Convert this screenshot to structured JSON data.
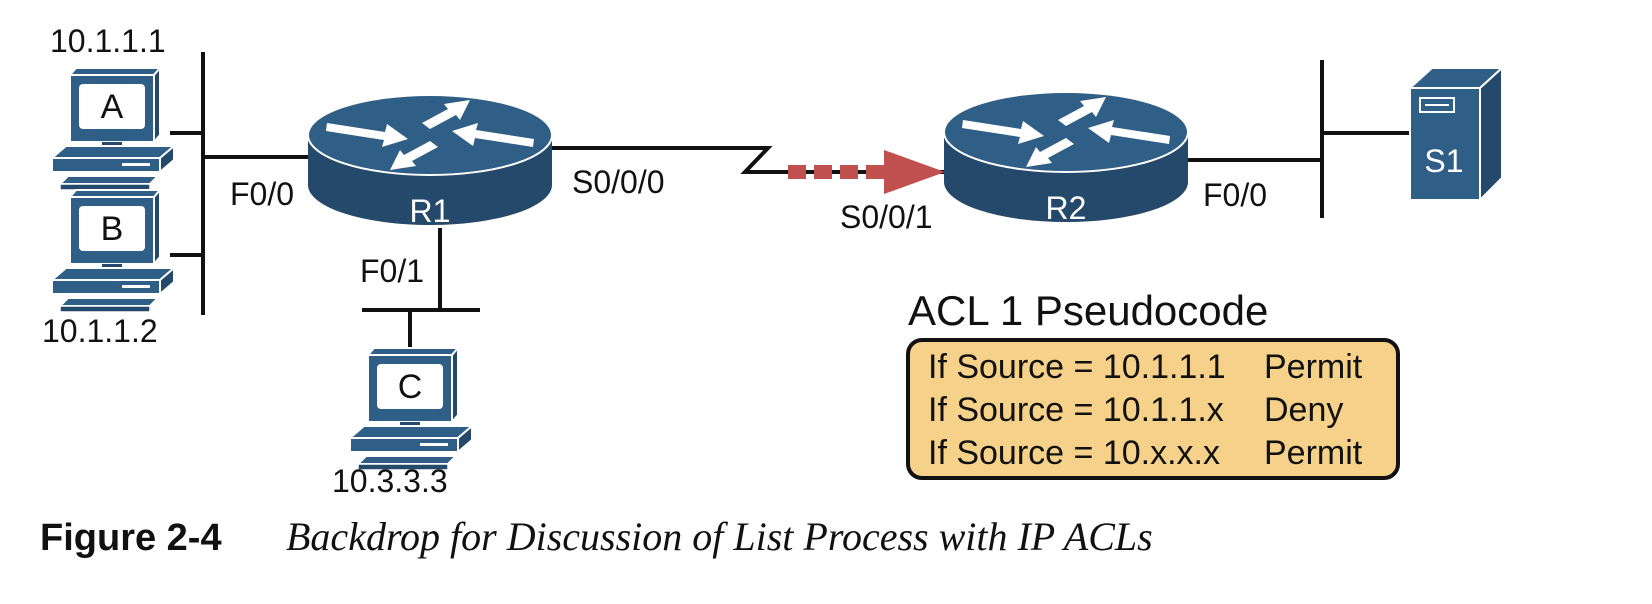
{
  "hosts": {
    "a": {
      "letter": "A",
      "ip": "10.1.1.1"
    },
    "b": {
      "letter": "B",
      "ip": "10.1.1.2"
    },
    "c": {
      "letter": "C",
      "ip": "10.3.3.3"
    }
  },
  "routers": {
    "r1": {
      "name": "R1",
      "lan_interface": "F0/0",
      "second_lan_interface": "F0/1",
      "serial_interface": "S0/0/0"
    },
    "r2": {
      "name": "R2",
      "serial_interface": "S0/0/1",
      "lan_interface": "F0/0"
    }
  },
  "server": {
    "name": "S1"
  },
  "acl": {
    "title": "ACL 1 Pseudocode",
    "rules": [
      {
        "text": "If Source = 10.1.1.1",
        "action": "Permit"
      },
      {
        "text": "If Source = 10.1.1.x",
        "action": "Deny"
      },
      {
        "text": "If Source = 10.x.x.x",
        "action": "Permit"
      }
    ]
  },
  "caption": {
    "number": "Figure 2-4",
    "title": "Backdrop for Discussion of List Process with IP ACLs"
  },
  "colors": {
    "device_blue": "#2f5f86",
    "device_dark": "#24496a",
    "acl_box_fill": "#f5d18a",
    "traffic_arrow": "#c0504d",
    "line": "#111111"
  }
}
